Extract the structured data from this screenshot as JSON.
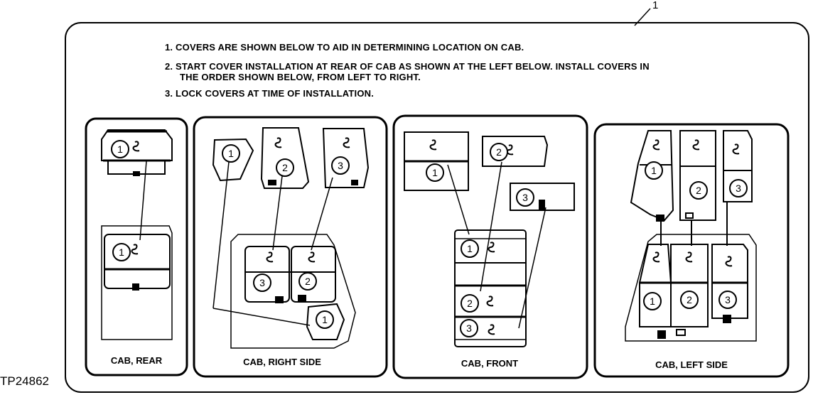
{
  "callout_number": "1",
  "figure_id": "TP24862",
  "instructions": [
    "1. COVERS ARE SHOWN BELOW TO AID IN DETERMINING LOCATION ON CAB.",
    "2. START COVER INSTALLATION AT REAR OF CAB AS SHOWN AT THE LEFT BELOW. INSTALL COVERS IN",
    "THE ORDER SHOWN BELOW, FROM LEFT TO RIGHT.",
    "3. LOCK COVERS AT TIME OF INSTALLATION."
  ],
  "panels": [
    {
      "caption": "CAB, REAR",
      "covers": [
        "1"
      ],
      "installed": [
        "1"
      ]
    },
    {
      "caption": "CAB, RIGHT SIDE",
      "covers": [
        "1",
        "2",
        "3"
      ],
      "installed": [
        "3",
        "2",
        "1"
      ]
    },
    {
      "caption": "CAB, FRONT",
      "covers": [
        "1",
        "2",
        "3"
      ],
      "installed": [
        "1",
        "2",
        "3"
      ]
    },
    {
      "caption": "CAB, LEFT SIDE",
      "covers": [
        "1",
        "2",
        "3"
      ],
      "installed": [
        "1",
        "2",
        "3"
      ]
    }
  ]
}
